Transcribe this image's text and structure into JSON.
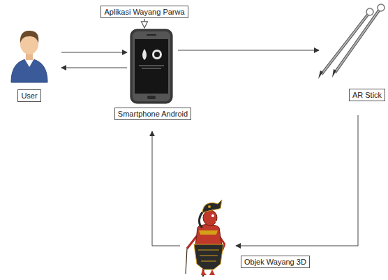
{
  "diagram": {
    "nodes": [
      {
        "text": [
          "User"
        ]
      },
      {
        "text": [
          "Aplikasi Wayang Parwa"
        ]
      },
      {
        "text": [
          "Smartphone Android"
        ]
      },
      {
        "text": [
          "AR Stick"
        ]
      },
      {
        "text": [
          "Objek Wayang 3D"
        ]
      }
    ],
    "edges": [
      {
        "from": 0,
        "to": 2,
        "arrow": "to"
      },
      {
        "from": 2,
        "to": 0,
        "arrow": "to"
      },
      {
        "from": 1,
        "to": 2,
        "arrow": "to"
      },
      {
        "from": 2,
        "to": 3,
        "arrow": "to"
      },
      {
        "from": 3,
        "to": 4,
        "arrow": "to"
      },
      {
        "from": 4,
        "to": 2,
        "arrow": "to"
      }
    ]
  }
}
